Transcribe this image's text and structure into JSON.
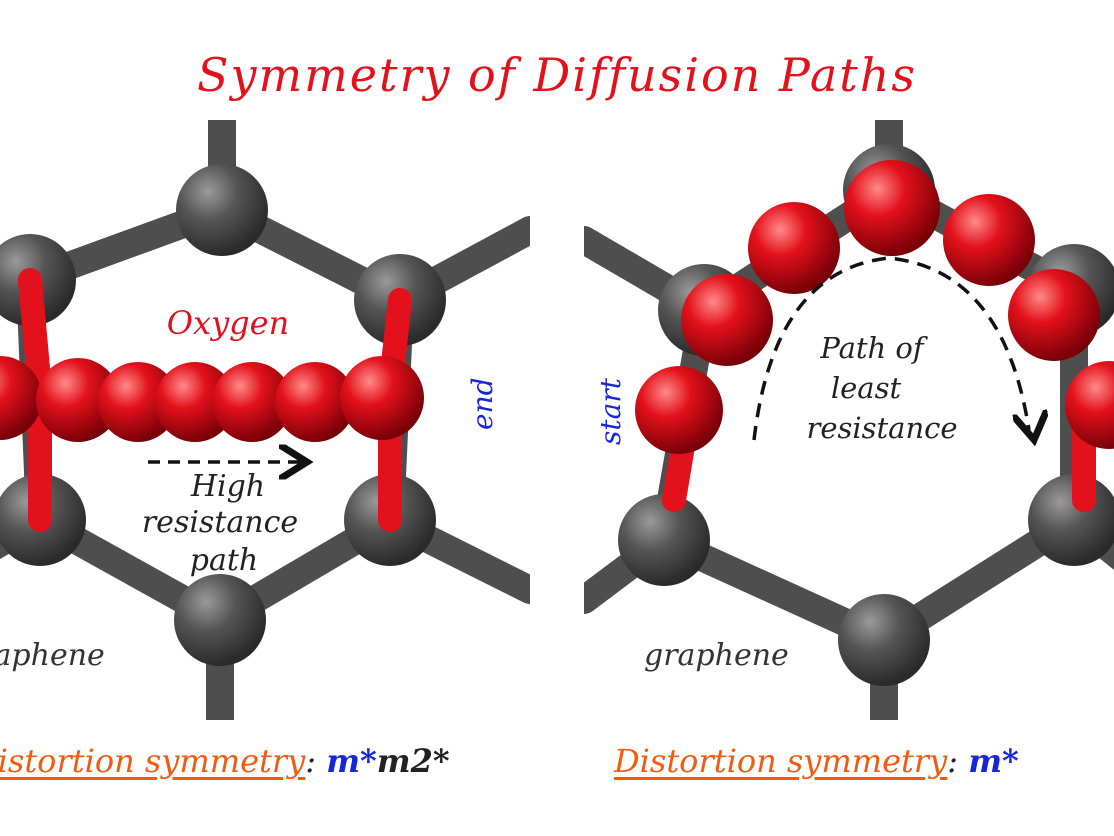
{
  "title": "Symmetry of Diffusion Paths",
  "left_panel": {
    "oxygen_label": "Oxygen",
    "end_label": "end",
    "path_label_lines": [
      "High",
      "resistance",
      "path"
    ],
    "graphene_label": "graphene",
    "caption_label": "Distortion symmetry",
    "caption_sep": ":",
    "caption_sym1": "m*",
    "caption_sym2": "m2*"
  },
  "right_panel": {
    "start_label": "start",
    "path_label_lines": [
      "Path of",
      "least",
      "resistance"
    ],
    "graphene_label": "graphene",
    "caption_label": "Distortion symmetry",
    "caption_sep": ":",
    "caption_sym1": "m*"
  },
  "colors": {
    "oxygen_red": "#e3111b",
    "carbon_gray": "#4a4a4a",
    "start_end_blue": "#1626d8",
    "caption_orange": "#f15a10"
  }
}
